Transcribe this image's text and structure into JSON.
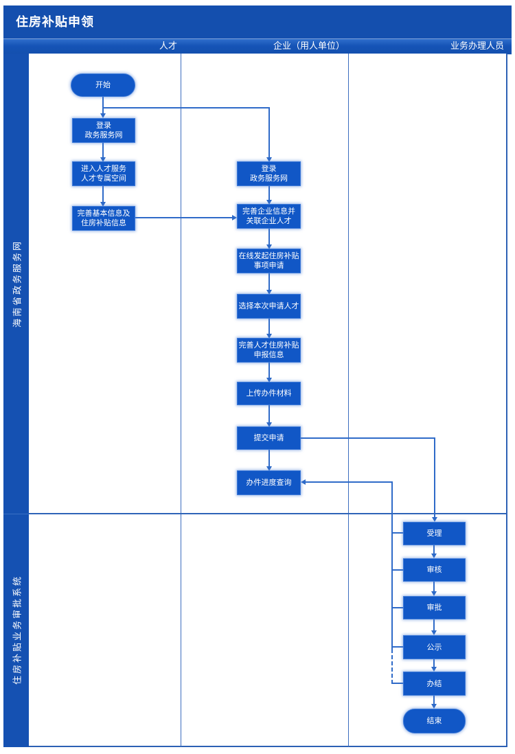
{
  "title": "住房补贴申领",
  "columns": [
    {
      "label": "人才"
    },
    {
      "label": "企业（用人单位）"
    },
    {
      "label": "业务办理人员"
    }
  ],
  "lanes": [
    {
      "label": "海南省政务服务网"
    },
    {
      "label": "住房补贴业务审批系统"
    }
  ],
  "flow": {
    "talent": [
      {
        "id": "start",
        "label": "开始",
        "shape": "pill"
      },
      {
        "id": "talent-login",
        "label": "登录\n政务服务网",
        "shape": "rect"
      },
      {
        "id": "talent-space",
        "label": "进入人才服务\n人才专属空间",
        "shape": "rect"
      },
      {
        "id": "talent-info",
        "label": "完善基本信息及\n住房补贴信息",
        "shape": "rect"
      }
    ],
    "enterprise": [
      {
        "id": "ent-login",
        "label": "登录\n政务服务网",
        "shape": "rect"
      },
      {
        "id": "ent-link-talent",
        "label": "完善企业信息并\n关联企业人才",
        "shape": "rect"
      },
      {
        "id": "ent-initiate",
        "label": "在线发起住房补贴\n事项申请",
        "shape": "rect"
      },
      {
        "id": "ent-select",
        "label": "选择本次申请人才",
        "shape": "rect"
      },
      {
        "id": "ent-declare",
        "label": "完善人才住房补贴\n申报信息",
        "shape": "rect"
      },
      {
        "id": "ent-upload",
        "label": "上传办件材料",
        "shape": "rect"
      },
      {
        "id": "ent-submit",
        "label": "提交申请",
        "shape": "rect"
      },
      {
        "id": "ent-progress",
        "label": "办件进度查询",
        "shape": "rect"
      }
    ],
    "staff": [
      {
        "id": "accept",
        "label": "受理",
        "shape": "rect"
      },
      {
        "id": "review",
        "label": "审核",
        "shape": "rect"
      },
      {
        "id": "approve",
        "label": "审批",
        "shape": "rect"
      },
      {
        "id": "publicity",
        "label": "公示",
        "shape": "rect"
      },
      {
        "id": "conclude",
        "label": "办结",
        "shape": "rect"
      },
      {
        "id": "end",
        "label": "结束",
        "shape": "pill"
      }
    ]
  },
  "colors": {
    "frame_blue": "#144fae",
    "header_blue": "#1553b6",
    "sidebar_blue": "#1551b2",
    "node_blue": "#1157c6",
    "line_blue": "#2e6ac8",
    "grid_blue": "#3a6cbe",
    "text_white": "#ffffff"
  }
}
